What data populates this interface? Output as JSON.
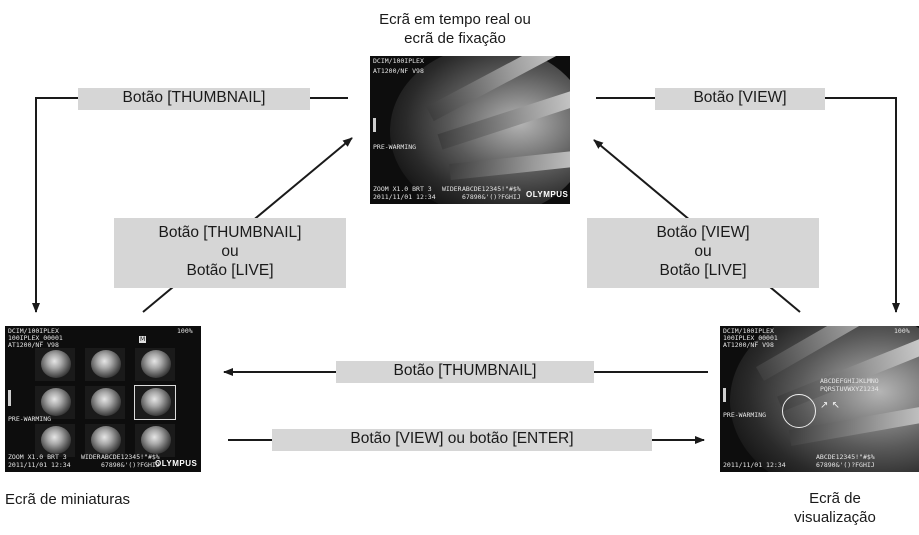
{
  "captions": {
    "top_line1": "Ecrã em tempo real ou",
    "top_line2": "ecrã de fixação",
    "left": "Ecrã de miniaturas",
    "right_line1": "Ecrã de",
    "right_line2": "visualização"
  },
  "labels": {
    "top_left": "Botão [THUMBNAIL]",
    "top_right": "Botão [VIEW]",
    "mid_left_line1": "Botão [THUMBNAIL]",
    "mid_left_line2": "ou",
    "mid_left_line3": "Botão [LIVE]",
    "mid_right_line1": "Botão [VIEW]",
    "mid_right_line2": "ou",
    "mid_right_line3": "Botão [LIVE]",
    "bottom_upper": "Botão [THUMBNAIL]",
    "bottom_lower": "Botão [VIEW] ou botão [ENTER]"
  },
  "screens": {
    "live": {
      "path": "DCIM/100IPLEX",
      "file": "AT1200/NF V98",
      "status": "PRE-WARMING",
      "zoom": "ZOOM X1.0  BRT 3",
      "wider": "WIDER",
      "date": "2011/11/01  12:34",
      "chars1": "ABCDE12345!\"#$%",
      "chars2": "67890&'()?FGHIJ",
      "brand": "OLYMPUS"
    },
    "thumbnail": {
      "path": "DCIM/100IPLEX",
      "folder": "100IPLEX_00001",
      "file": "AT1200/NF V98",
      "battery": "100%",
      "badge": "M",
      "status": "PRE-WARMING",
      "zoom": "ZOOM X1.0  BRT 3",
      "wider": "WIDER",
      "date": "2011/11/01  12:34",
      "chars1": "ABCDE12345!\"#$%",
      "chars2": "67890&'()?FGHIJ",
      "brand": "OLYMPUS"
    },
    "view": {
      "path": "DCIM/100IPLEX",
      "folder": "100IPLEX_00001",
      "file": "AT1200/NF V98",
      "battery": "100%",
      "annot1": "ABCDEFGHIJKLMNO",
      "annot2": "PQRSTUVWXYZ1234",
      "status": "PRE-WARMING",
      "date": "2011/11/01  12:34",
      "chars1": "ABCDE12345!\"#$%",
      "chars2": "67890&'()?FGHIJ"
    }
  },
  "colors": {
    "label_bg": "#d6d6d6",
    "arrow": "#1a1a1a"
  }
}
